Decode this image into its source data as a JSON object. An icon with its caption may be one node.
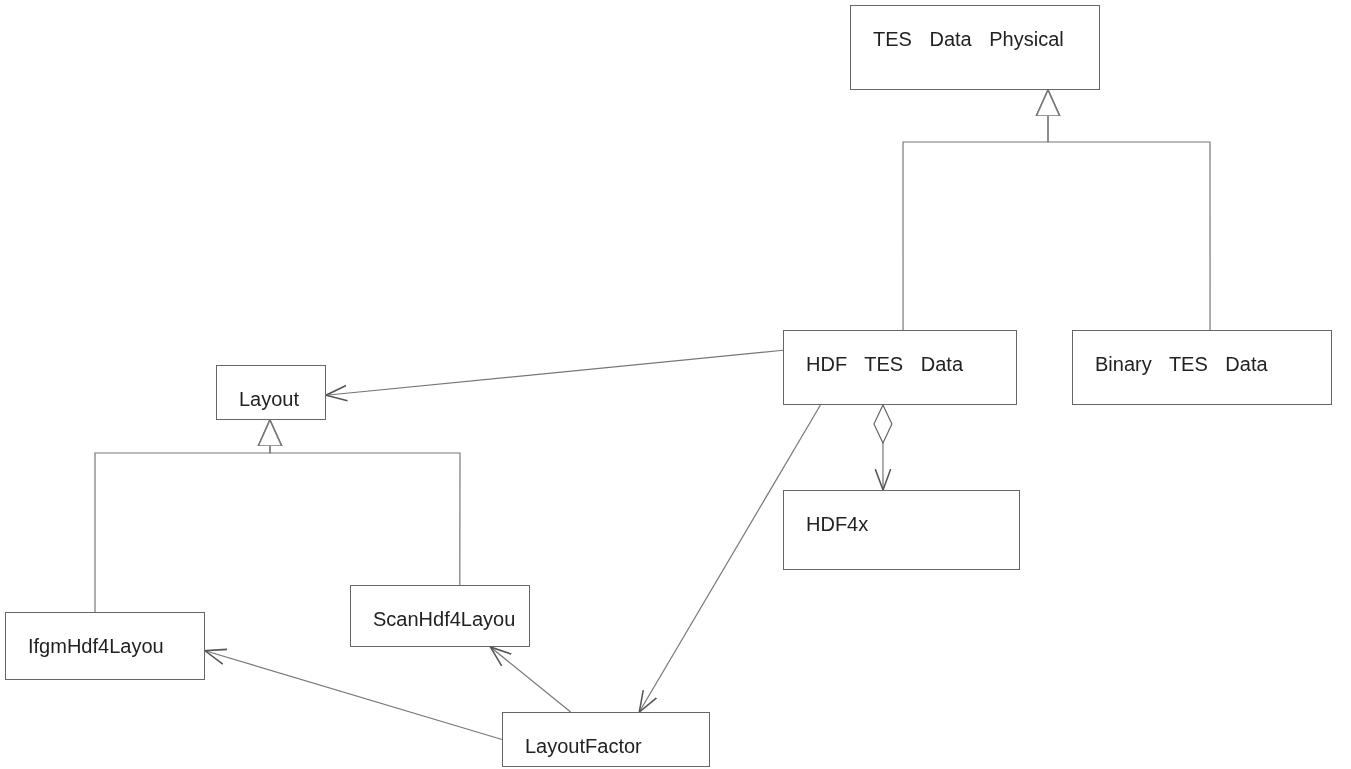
{
  "diagram": {
    "nodes": [
      {
        "text": [
          "TES Data Physical"
        ]
      },
      {
        "text": [
          "HDF TES Data"
        ]
      },
      {
        "text": [
          "Binary TES Data"
        ]
      },
      {
        "text": [
          "Layout"
        ]
      },
      {
        "text": [
          "HDF4x"
        ]
      },
      {
        "text": [
          "IfgmHdf4Layou"
        ]
      },
      {
        "text": [
          "ScanHdf4Layou"
        ]
      },
      {
        "text": [
          "LayoutFactor"
        ]
      }
    ],
    "edges": [
      {
        "from": 1,
        "to": 0,
        "arrow": "to"
      },
      {
        "from": 2,
        "to": 0,
        "arrow": "to"
      },
      {
        "from": 1,
        "to": 3,
        "arrow": "to"
      },
      {
        "from": 1,
        "to": 4,
        "arrow": "to"
      },
      {
        "from": 1,
        "to": 7,
        "arrow": "to"
      },
      {
        "from": 5,
        "to": 3,
        "arrow": "to"
      },
      {
        "from": 6,
        "to": 3,
        "arrow": "to"
      },
      {
        "from": 7,
        "to": 5,
        "arrow": "to"
      },
      {
        "from": 7,
        "to": 6,
        "arrow": "to"
      }
    ]
  }
}
